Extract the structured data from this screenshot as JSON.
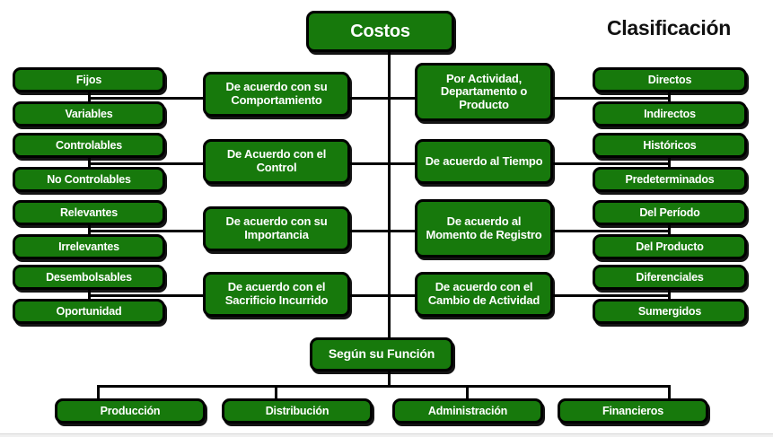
{
  "diagram": {
    "title": "Costos",
    "heading_right": "Clasificación",
    "accent_color": "#17790c",
    "border_color": "#000000",
    "text_color": "#ffffff",
    "root": {
      "label": "Costos"
    },
    "bottom_hub": {
      "label": "Según su Función"
    },
    "criteria_left": [
      {
        "label": "De acuerdo con su Comportamiento"
      },
      {
        "label": "De Acuerdo con el Control"
      },
      {
        "label": "De acuerdo con su Importancia"
      },
      {
        "label": "De acuerdo con el Sacrificio Incurrido"
      }
    ],
    "criteria_right": [
      {
        "label": "Por Actividad, Departamento o Producto"
      },
      {
        "label": "De acuerdo al Tiempo"
      },
      {
        "label": "De acuerdo al Momento de Registro"
      },
      {
        "label": "De acuerdo con el Cambio de Actividad"
      }
    ],
    "leaves_left": [
      {
        "label": "Fijos"
      },
      {
        "label": "Variables"
      },
      {
        "label": "Controlables"
      },
      {
        "label": "No Controlables"
      },
      {
        "label": "Relevantes"
      },
      {
        "label": "Irrelevantes"
      },
      {
        "label": "Desembolsables"
      },
      {
        "label": "Oportunidad"
      }
    ],
    "leaves_right": [
      {
        "label": "Directos"
      },
      {
        "label": "Indirectos"
      },
      {
        "label": "Históricos"
      },
      {
        "label": "Predeterminados"
      },
      {
        "label": "Del Período"
      },
      {
        "label": "Del Producto"
      },
      {
        "label": "Diferenciales"
      },
      {
        "label": "Sumergidos"
      }
    ],
    "functions": [
      {
        "label": "Producción"
      },
      {
        "label": "Distribución"
      },
      {
        "label": "Administración"
      },
      {
        "label": "Financieros"
      }
    ]
  }
}
